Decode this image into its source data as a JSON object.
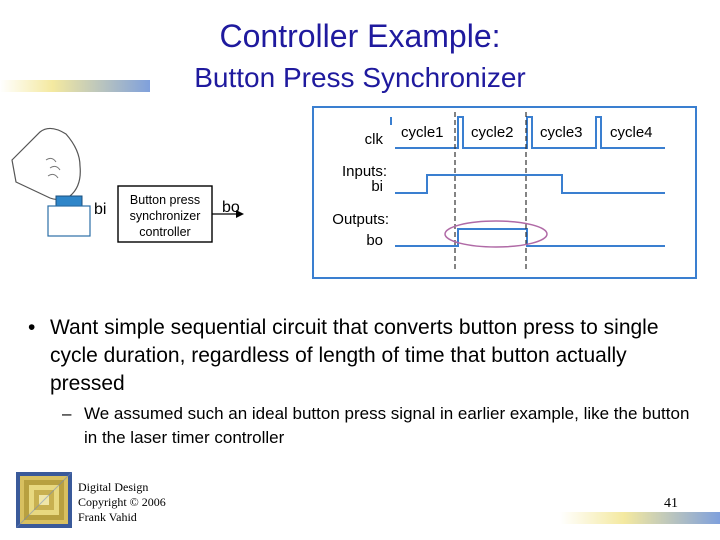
{
  "title": {
    "line1": "Controller Example:",
    "line2": "Button Press Synchronizer"
  },
  "block": {
    "input_label": "bi",
    "output_label": "bo",
    "box_lines": [
      "Button press",
      "synchronizer",
      "controller"
    ]
  },
  "timing": {
    "clk_label": "clk",
    "inputs_label": "Inputs:",
    "bi_label": "bi",
    "outputs_label": "Outputs:",
    "bo_label": "bo",
    "cycles": [
      "cycle1",
      "cycle2",
      "cycle3",
      "cycle4"
    ]
  },
  "bullets": {
    "main": "Want simple sequential circuit that converts button press to single cycle duration, regardless of length of time that button actually pressed",
    "sub": "We assumed such an ideal button press signal in earlier example, like the button in the laser timer controller",
    "main_marker": "•",
    "sub_marker": "–"
  },
  "footer": {
    "lines": [
      "Digital Design",
      "Copyright © 2006",
      "Frank Vahid"
    ],
    "page": "41"
  },
  "colors": {
    "title": "#1f1a9e",
    "waveform": "#3a7fd0",
    "frame": "#3a7fd0",
    "ellipse": "#b06aa6"
  }
}
